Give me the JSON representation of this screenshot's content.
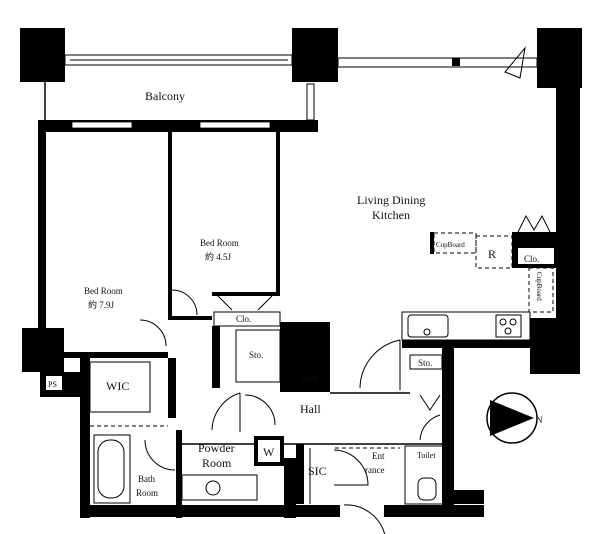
{
  "rooms": {
    "balcony": "Balcony",
    "ldk_line1": "Living Dining",
    "ldk_line2": "Kitchen",
    "bed2_line1": "Bed Room",
    "bed2_line2": "約 4.5J",
    "bed1_line1": "Bed Room",
    "bed1_line2": "約 7.9J",
    "clo_bed": "Clo.",
    "sto_center": "Sto.",
    "sto_right": "Sto.",
    "ps": "PS",
    "wic": "WIC",
    "shelf": "Shelf",
    "hall": "Hall",
    "powder_line1": "Powder",
    "powder_line2": "Room",
    "washer": "W",
    "bath_line1": "Bath",
    "bath_line2": "Room",
    "sic": "SIC",
    "entrance_line1": "Ent",
    "entrance_line2": "rance",
    "toilet": "Toilet",
    "cupboard_top": "CupBoard",
    "fridge": "R",
    "clo_kitchen": "Clo.",
    "cupboard_side": "CupBoard"
  },
  "compass": {
    "north": "N"
  }
}
